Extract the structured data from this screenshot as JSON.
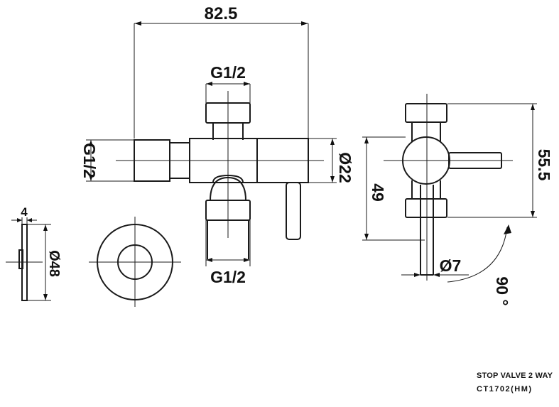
{
  "dimensions": {
    "overall_width": "82.5",
    "top_thread": "G1/2",
    "bottom_thread": "G1/2",
    "left_thread": "G1/2",
    "body_diameter": "Ø22",
    "side_height": "55.5",
    "side_inner_height": "49",
    "handle_diameter": "Ø7",
    "rotation": "90 °",
    "flange_thickness": "4",
    "flange_diameter": "Ø48"
  },
  "caption": {
    "title": "STOP VALVE 2 WAY",
    "model": "CT1702(HM)"
  },
  "colors": {
    "line": "#1a1a1a",
    "background": "#ffffff"
  }
}
